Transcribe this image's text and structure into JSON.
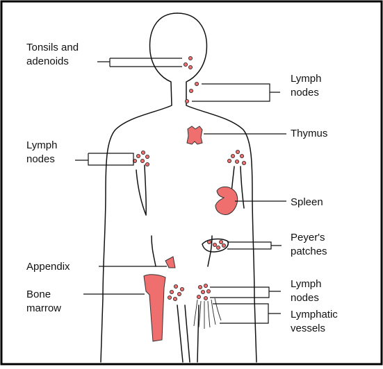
{
  "labels": {
    "tonsils_line1": "Tonsils and",
    "tonsils_line2": "adenoids",
    "lymph_neck_line1": "Lymph",
    "lymph_neck_line2": "nodes",
    "thymus": "Thymus",
    "lymph_axilla_line1": "Lymph",
    "lymph_axilla_line2": "nodes",
    "spleen": "Spleen",
    "peyers_line1": "Peyer's",
    "peyers_line2": "patches",
    "appendix": "Appendix",
    "bone_marrow_line1": "Bone",
    "bone_marrow_line2": "marrow",
    "lymph_groin_line1": "Lymph",
    "lymph_groin_line2": "nodes",
    "lymphatic_line1": "Lymphatic",
    "lymphatic_line2": "vessels"
  },
  "colors": {
    "organ_fill": "#ef6f6f",
    "outline": "#111111",
    "border": "#000000",
    "background": "#ffffff"
  }
}
